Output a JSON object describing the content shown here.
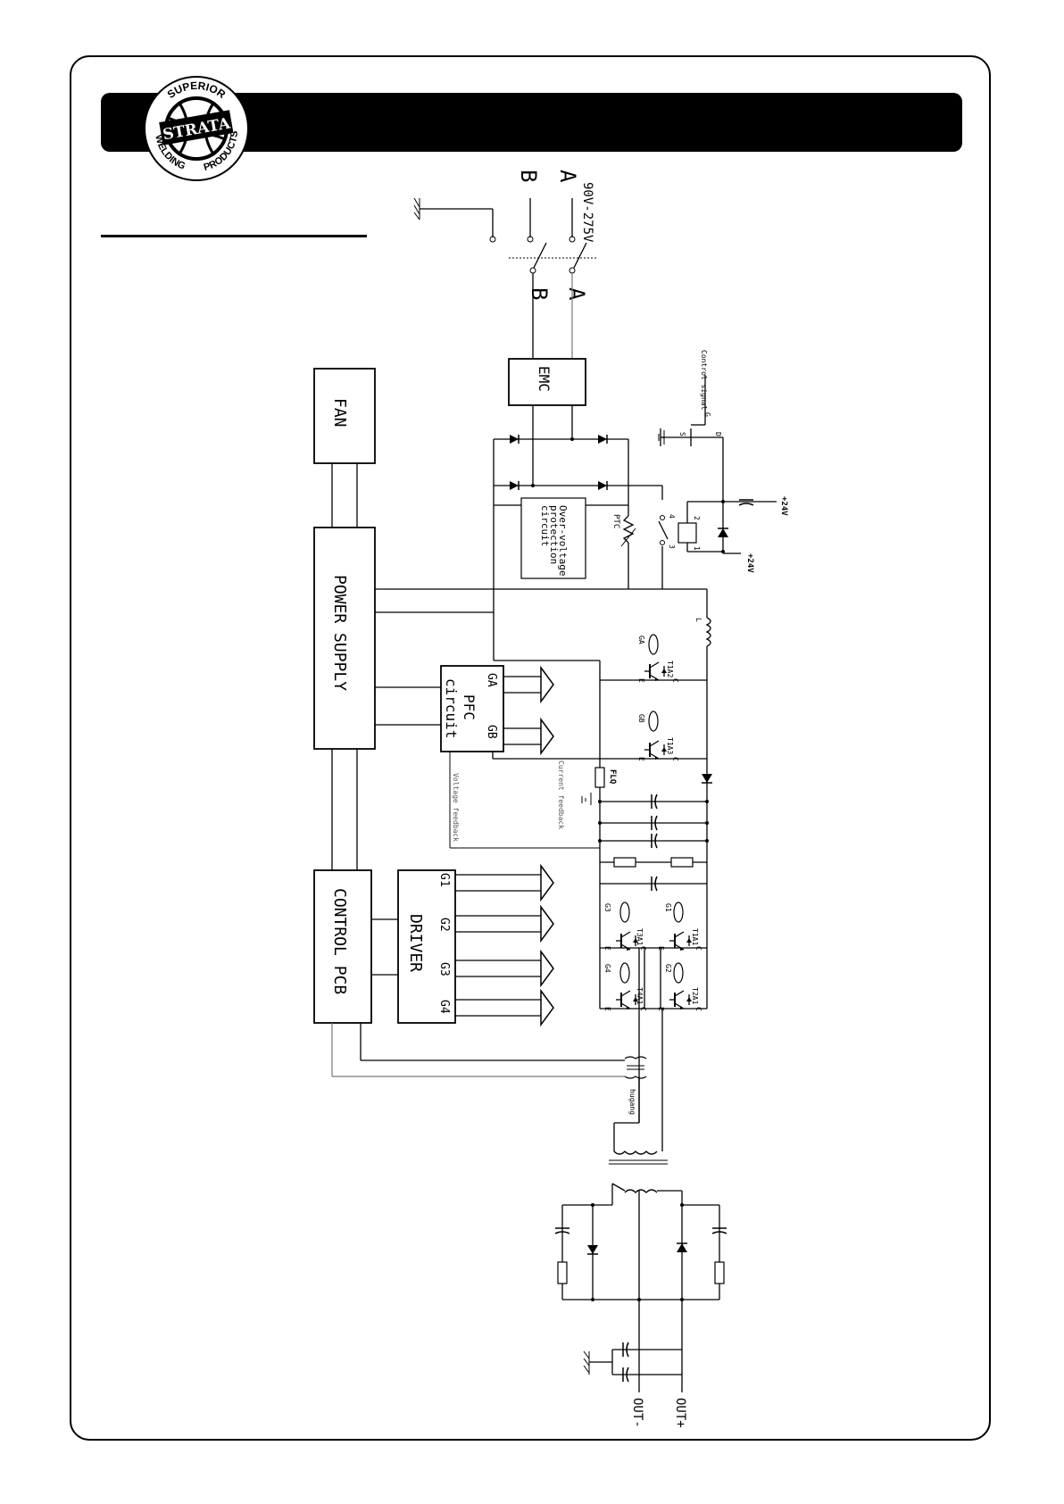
{
  "brand": {
    "logo_text": "STRATA",
    "logo_ring_top": "SUPERIOR",
    "logo_ring_left": "WELDING",
    "logo_ring_right": "PRODUCTS"
  },
  "input": {
    "voltage": "90V-275V",
    "phase_a": "A",
    "phase_b": "B",
    "switch_a": "A",
    "switch_b": "B"
  },
  "blocks": {
    "fan": "FAN",
    "power_supply": "POWER SUPPLY",
    "control_pcb": "CONTROL PCB",
    "driver": "DRIVER",
    "pfc_line1": "PFC",
    "pfc_line2": "circuit",
    "emc": "EMC",
    "ovp_line1": "Over-voltage",
    "ovp_line2": "protection",
    "ovp_line3": "circuit"
  },
  "pfc_gates": {
    "ga": "GA",
    "gb": "GB"
  },
  "driver_gates": {
    "g1": "G1",
    "g2": "G2",
    "g3": "G3",
    "g4": "G4"
  },
  "labels": {
    "ptc": "PTC",
    "control_signal": "Control signal",
    "plus24_a": "+24V",
    "plus24_b": "+24V",
    "relay_pin1": "1",
    "relay_pin2": "2",
    "relay_pin3": "3",
    "relay_pin4": "4",
    "mos_g": "G",
    "mos_d": "D",
    "mos_s": "S",
    "inductor": "L",
    "flq": "FLQ",
    "current_feedback": "Current feedback",
    "voltage_feedback": "Voltage feedback",
    "hugang": "hugang",
    "out_minus": "OUT-",
    "out_plus": "OUT+"
  },
  "transistors": [
    {
      "name": "T1A2",
      "gate": "GA"
    },
    {
      "name": "T1A3",
      "gate": "GB"
    },
    {
      "name": "T3A1",
      "gate": "G3"
    },
    {
      "name": "T1A1",
      "gate": "G1"
    },
    {
      "name": "T4A1",
      "gate": "G4"
    },
    {
      "name": "T2A1",
      "gate": "G2"
    }
  ],
  "pin_labels": {
    "gate": "G",
    "emitter": "E",
    "collector": "C"
  }
}
